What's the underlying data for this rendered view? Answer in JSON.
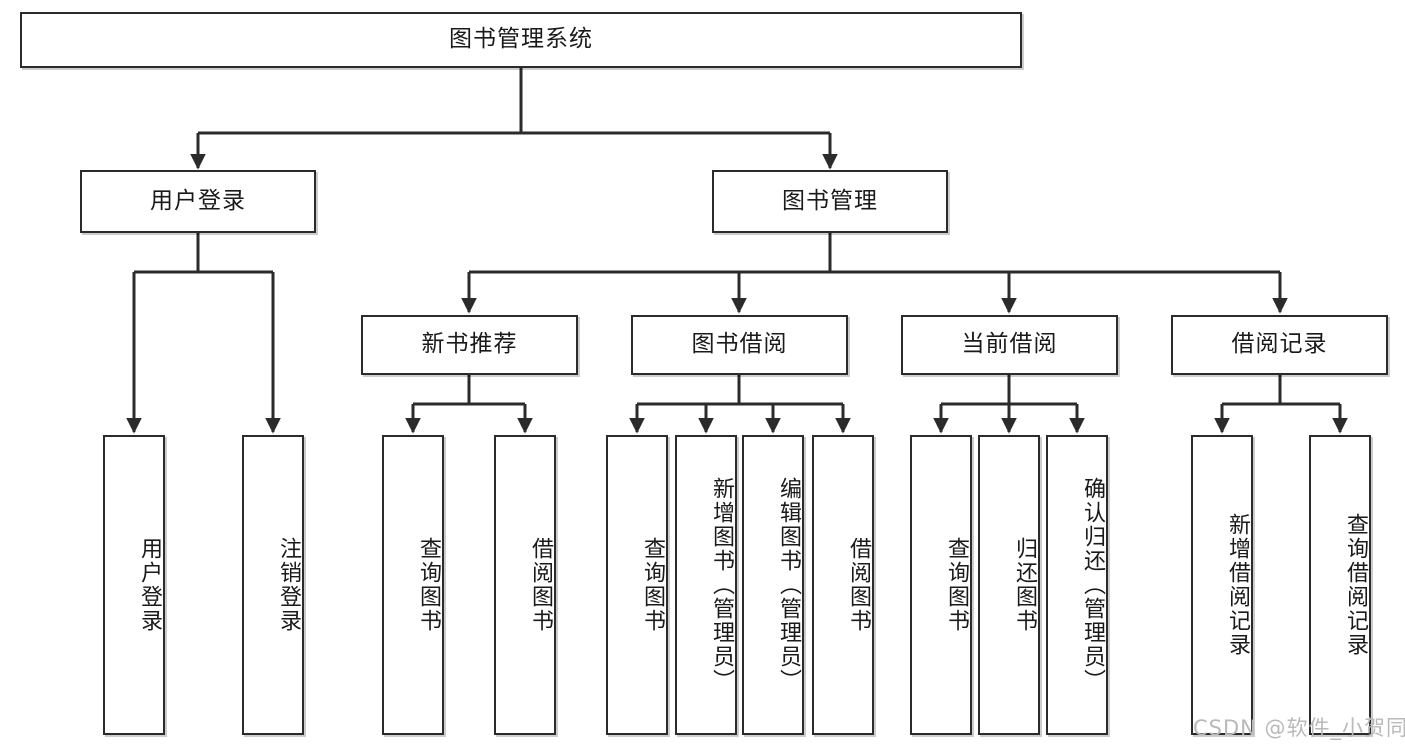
{
  "diagram": {
    "title": "图书管理系统",
    "watermark": "CSDN @软件_小贺同学",
    "line_color": "#2b2b2b",
    "box_fill": "#ffffff",
    "text_color": "#1a1a1a",
    "watermark_color": "#b9b9b9",
    "root": {
      "label": "图书管理系统"
    },
    "level2": [
      {
        "id": "user-login",
        "label": "用户登录"
      },
      {
        "id": "book-management",
        "label": "图书管理"
      }
    ],
    "level3": [
      {
        "id": "new-book-recommend",
        "label": "新书推荐"
      },
      {
        "id": "book-borrow",
        "label": "图书借阅"
      },
      {
        "id": "current-borrow",
        "label": "当前借阅"
      },
      {
        "id": "borrow-record",
        "label": "借阅记录"
      }
    ],
    "leaves": {
      "user_login": [
        {
          "id": "leaf-user-login",
          "label": "用户登录"
        },
        {
          "id": "leaf-logout",
          "label": "注销登录"
        }
      ],
      "new_book_recommend": [
        {
          "id": "leaf-query-book-1",
          "label": "查询图书"
        },
        {
          "id": "leaf-borrow-book-1",
          "label": "借阅图书"
        }
      ],
      "book_borrow": [
        {
          "id": "leaf-query-book-2",
          "label": "查询图书"
        },
        {
          "id": "leaf-add-book",
          "label": "新增图书（管理员）"
        },
        {
          "id": "leaf-edit-book",
          "label": "编辑图书（管理员）"
        },
        {
          "id": "leaf-borrow-book-2",
          "label": "借阅图书"
        }
      ],
      "current_borrow": [
        {
          "id": "leaf-query-book-3",
          "label": "查询图书"
        },
        {
          "id": "leaf-return-book",
          "label": "归还图书"
        },
        {
          "id": "leaf-confirm-return",
          "label": "确认归还（管理员）"
        }
      ],
      "borrow_record": [
        {
          "id": "leaf-add-record",
          "label": "新增借阅记录"
        },
        {
          "id": "leaf-query-record",
          "label": "查询借阅记录"
        }
      ]
    }
  }
}
